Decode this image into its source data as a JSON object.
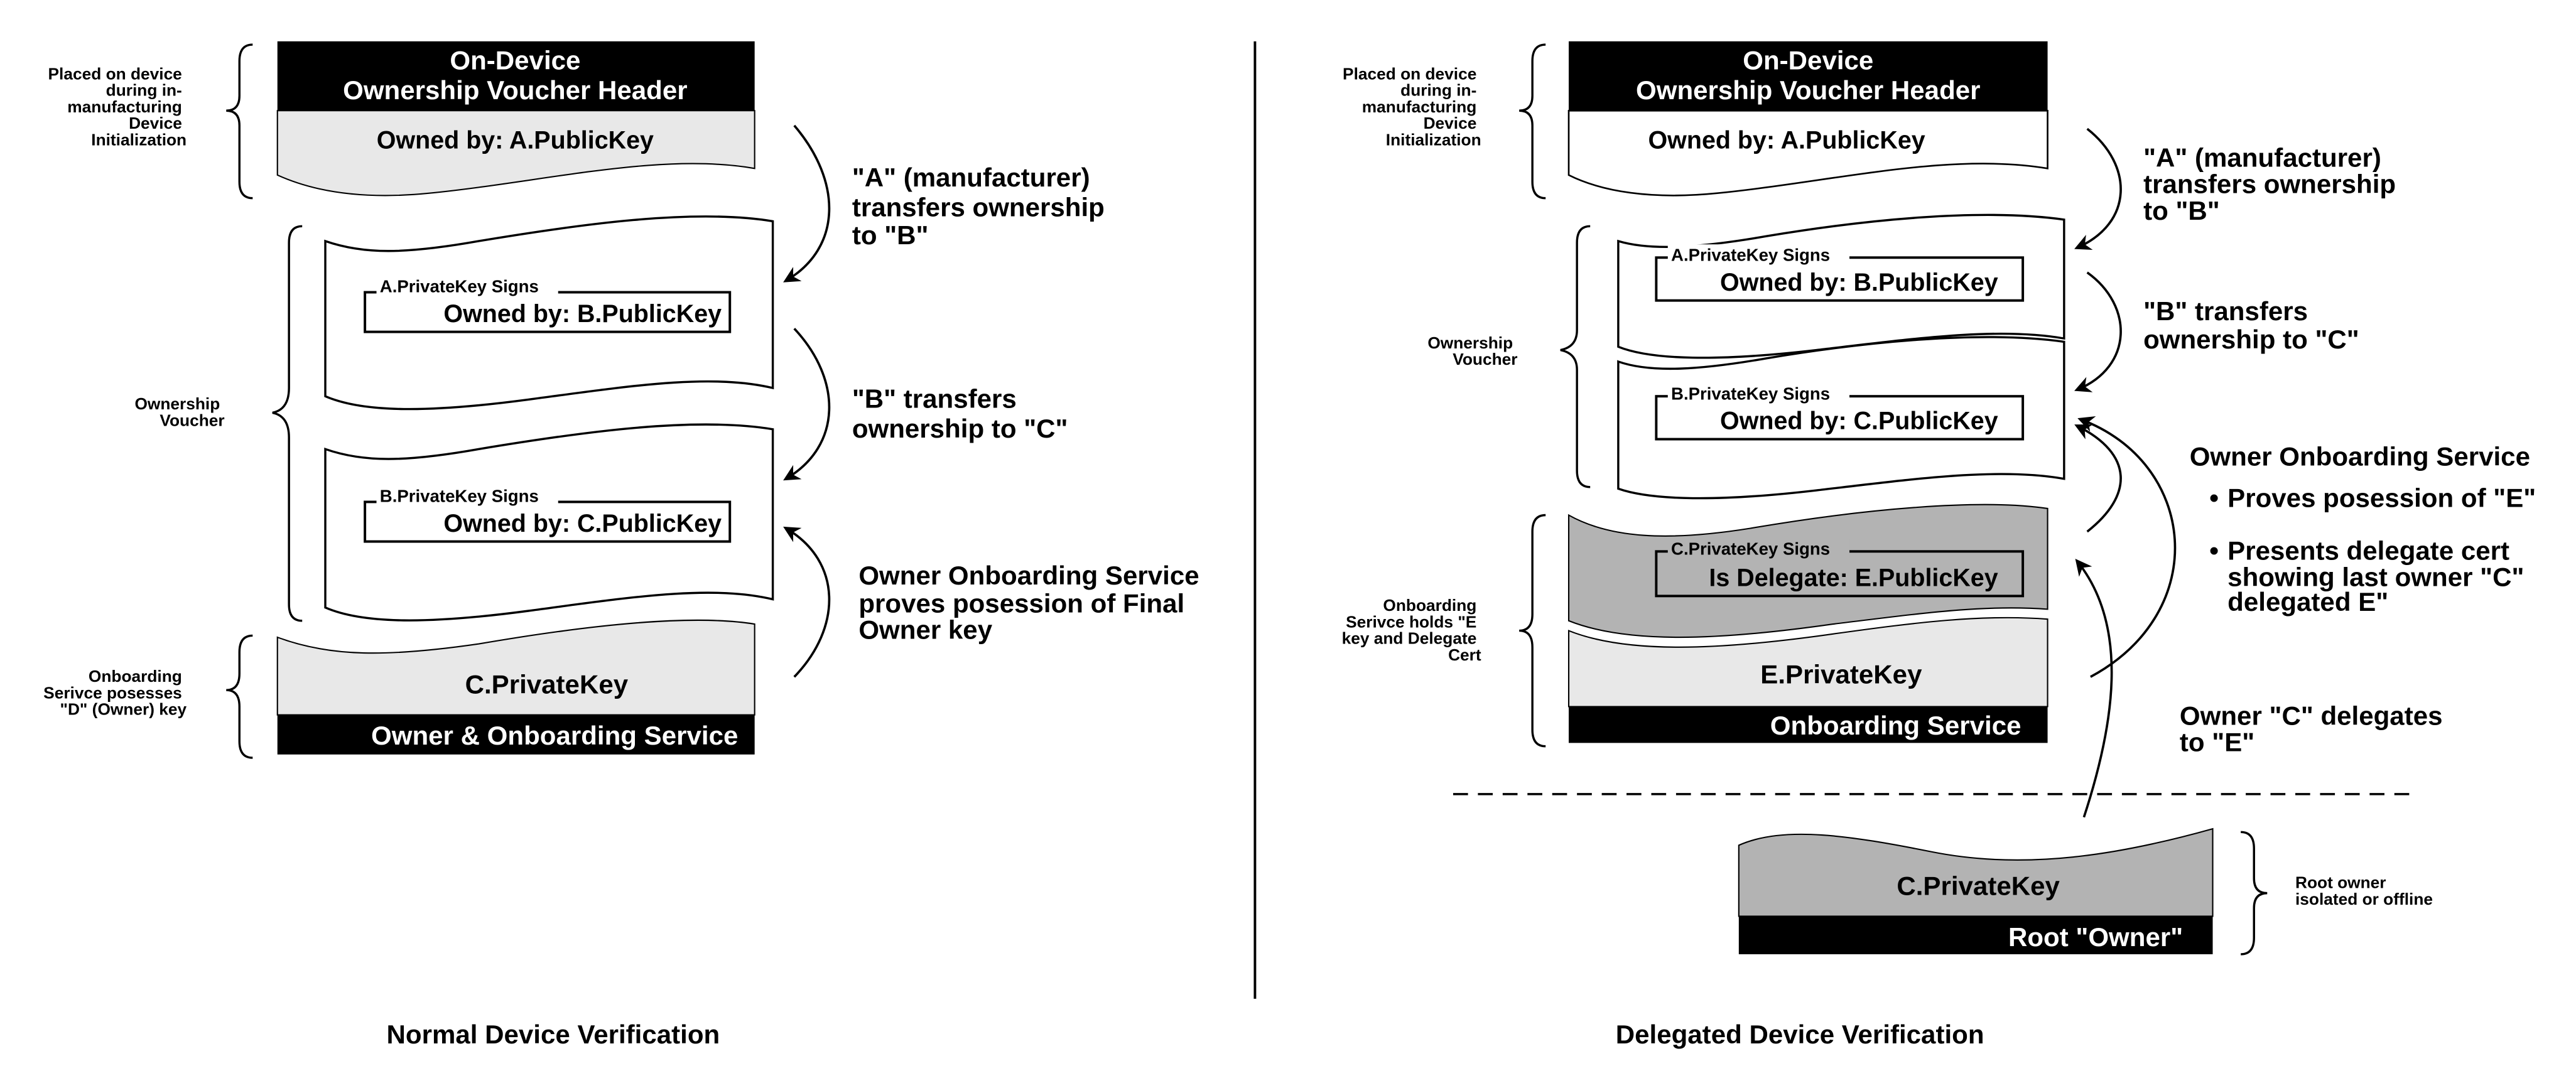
{
  "colors": {
    "black": "#000000",
    "light_gray": "#e8e8e8",
    "dark_gray": "#b3b3b3",
    "white": "#ffffff"
  },
  "normal": {
    "caption": "Normal Device Verification",
    "header": [
      "On-Device",
      "Ownership Voucher Header"
    ],
    "owned_a": "Owned by: A.PublicKey",
    "sign_a": "A.PrivateKey Signs",
    "owned_b": "Owned by: B.PublicKey",
    "sign_b": "B.PrivateKey Signs",
    "owned_c": "Owned by: C.PublicKey",
    "private_key": "C.PrivateKey",
    "footer": "Owner & Onboarding Service",
    "brace_labels": {
      "placed": [
        "Placed on device",
        "during in-",
        "manufacturing",
        "Device",
        "Initialization"
      ],
      "voucher": [
        "Ownership",
        "Voucher"
      ],
      "onboarding": [
        "Onboarding",
        "Serivce posesses",
        "\"D\" (Owner) key"
      ]
    },
    "notes": {
      "transfer_a": [
        "\"A\" (manufacturer)",
        "transfers ownership",
        "to \"B\""
      ],
      "transfer_b": [
        "\"B\" transfers",
        "ownership to \"C\""
      ],
      "proves": [
        "Owner Onboarding Service",
        "proves posession of Final",
        "Owner key"
      ]
    }
  },
  "delegated": {
    "caption": "Delegated Device Verification",
    "header": [
      "On-Device",
      "Ownership Voucher Header"
    ],
    "owned_a": "Owned by: A.PublicKey",
    "sign_a": "A.PrivateKey Signs",
    "owned_b": "Owned by: B.PublicKey",
    "sign_b": "B.PrivateKey Signs",
    "owned_c": "Owned by: C.PublicKey",
    "sign_c": "C.PrivateKey Signs",
    "delegate_e": "Is Delegate: E.PublicKey",
    "private_key_e": "E.PrivateKey",
    "footer": "Onboarding Service",
    "root_private_key": "C.PrivateKey",
    "root_footer": "Root \"Owner\"",
    "brace_labels": {
      "placed": [
        "Placed on device",
        "during in-",
        "manufacturing",
        "Device",
        "Initialization"
      ],
      "voucher": [
        "Ownership",
        "Voucher"
      ],
      "onboarding": [
        "Onboarding",
        "Serivce holds \"E",
        "key and Delegate",
        "Cert"
      ],
      "root": [
        "Root owner",
        "isolated or offline"
      ]
    },
    "notes": {
      "transfer_a": [
        "\"A\" (manufacturer)",
        "transfers ownership",
        "to \"B\""
      ],
      "transfer_b": [
        "\"B\" transfers",
        "ownership to \"C\""
      ],
      "service_title": "Owner Onboarding Service",
      "bullet_1": "Proves posession of \"E\"",
      "bullet_2": [
        "Presents delegate cert",
        "showing last owner \"C\"",
        "delegated E\""
      ],
      "delegates": [
        "Owner \"C\" delegates",
        "to \"E\""
      ]
    }
  }
}
